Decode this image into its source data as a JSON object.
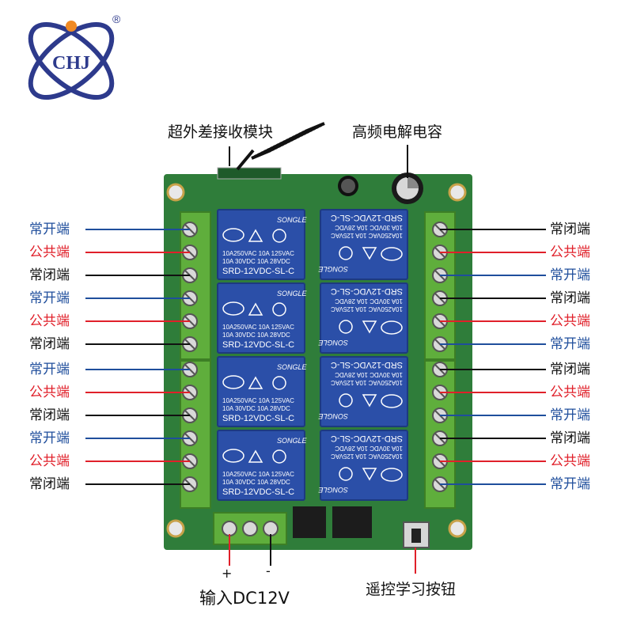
{
  "logo": {
    "text": "CHJ",
    "registered": "®"
  },
  "callouts": {
    "rf_module": "超外差接收模块",
    "capacitor": "高频电解电容",
    "power_input": "输入DC12V",
    "learn_button": "遥控学习按钮",
    "plus_sign": "+",
    "minus_sign": "-"
  },
  "relay": {
    "brand": "SONGLE",
    "rating_line1": "10A250VAC  10A  125VAC",
    "rating_line2": "10A  30VDC  10A  28VDC",
    "model": "SRD-12VDC-SL-C"
  },
  "terminal_labels": {
    "left": [
      {
        "text": "常开端",
        "type": "no"
      },
      {
        "text": "公共端",
        "type": "com"
      },
      {
        "text": "常闭端",
        "type": "nc"
      },
      {
        "text": "常开端",
        "type": "no"
      },
      {
        "text": "公共端",
        "type": "com"
      },
      {
        "text": "常闭端",
        "type": "nc"
      },
      {
        "text": "常开端",
        "type": "no"
      },
      {
        "text": "公共端",
        "type": "com"
      },
      {
        "text": "常闭端",
        "type": "nc"
      },
      {
        "text": "常开端",
        "type": "no"
      },
      {
        "text": "公共端",
        "type": "com"
      },
      {
        "text": "常闭端",
        "type": "nc"
      }
    ],
    "right": [
      {
        "text": "常闭端",
        "type": "nc"
      },
      {
        "text": "公共端",
        "type": "com"
      },
      {
        "text": "常开端",
        "type": "no"
      },
      {
        "text": "常闭端",
        "type": "nc"
      },
      {
        "text": "公共端",
        "type": "com"
      },
      {
        "text": "常开端",
        "type": "no"
      },
      {
        "text": "常闭端",
        "type": "nc"
      },
      {
        "text": "公共端",
        "type": "com"
      },
      {
        "text": "常开端",
        "type": "no"
      },
      {
        "text": "常闭端",
        "type": "nc"
      },
      {
        "text": "公共端",
        "type": "com"
      },
      {
        "text": "常开端",
        "type": "no"
      }
    ]
  },
  "colors": {
    "no": "#1f4e9c",
    "com": "#e0202a",
    "nc": "#111111",
    "pcb": "#2f7d3a",
    "pcb_dark": "#256b30",
    "terminal": "#5fae3c",
    "relay": "#2b4fa8",
    "logo_blue": "#2d3a8c",
    "logo_orange": "#f08a24"
  }
}
